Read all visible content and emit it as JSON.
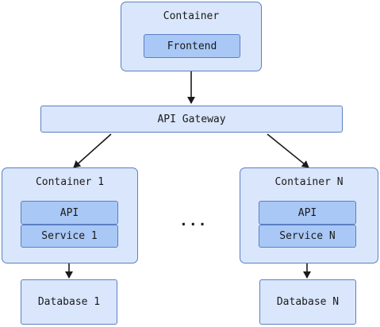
{
  "diagram": {
    "top_container": {
      "label": "Container",
      "frontend_label": "Frontend"
    },
    "gateway": {
      "label": "API Gateway"
    },
    "container_1": {
      "label": "Container 1",
      "api_label": "API",
      "service_label": "Service 1"
    },
    "container_n": {
      "label": "Container N",
      "api_label": "API",
      "service_label": "Service N"
    },
    "database_1": {
      "label": "Database 1"
    },
    "database_n": {
      "label": "Database N"
    },
    "ellipsis": "...",
    "colors": {
      "stroke": "#5b7fc4",
      "fill_light": "#dae6fb",
      "fill_inner": "#a9c8f6",
      "arrow": "#1a1a1a"
    }
  }
}
